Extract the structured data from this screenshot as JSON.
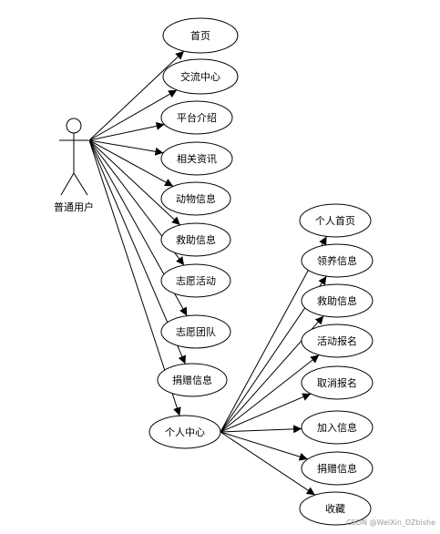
{
  "actor": {
    "label": "普通用户"
  },
  "use_cases": [
    {
      "id": "home",
      "label": "首页"
    },
    {
      "id": "exchange",
      "label": "交流中心"
    },
    {
      "id": "platform",
      "label": "平台介绍"
    },
    {
      "id": "news",
      "label": "相关资讯"
    },
    {
      "id": "animals",
      "label": "动物信息"
    },
    {
      "id": "rescue",
      "label": "救助信息"
    },
    {
      "id": "volunteer_activity",
      "label": "志愿活动"
    },
    {
      "id": "volunteer_team",
      "label": "志愿团队"
    },
    {
      "id": "donation",
      "label": "捐赠信息"
    },
    {
      "id": "personal_center",
      "label": "个人中心"
    }
  ],
  "sub_use_cases": [
    {
      "id": "personal_home",
      "label": "个人首页"
    },
    {
      "id": "adoption",
      "label": "领养信息"
    },
    {
      "id": "my_rescue",
      "label": "救助信息"
    },
    {
      "id": "activity_signup",
      "label": "活动报名"
    },
    {
      "id": "cancel_signup",
      "label": "取消报名"
    },
    {
      "id": "join_info",
      "label": "加入信息"
    },
    {
      "id": "my_donation",
      "label": "捐赠信息"
    },
    {
      "id": "favorites",
      "label": "收藏"
    }
  ],
  "watermark": "CSDN @WeiXin_DZbishe"
}
